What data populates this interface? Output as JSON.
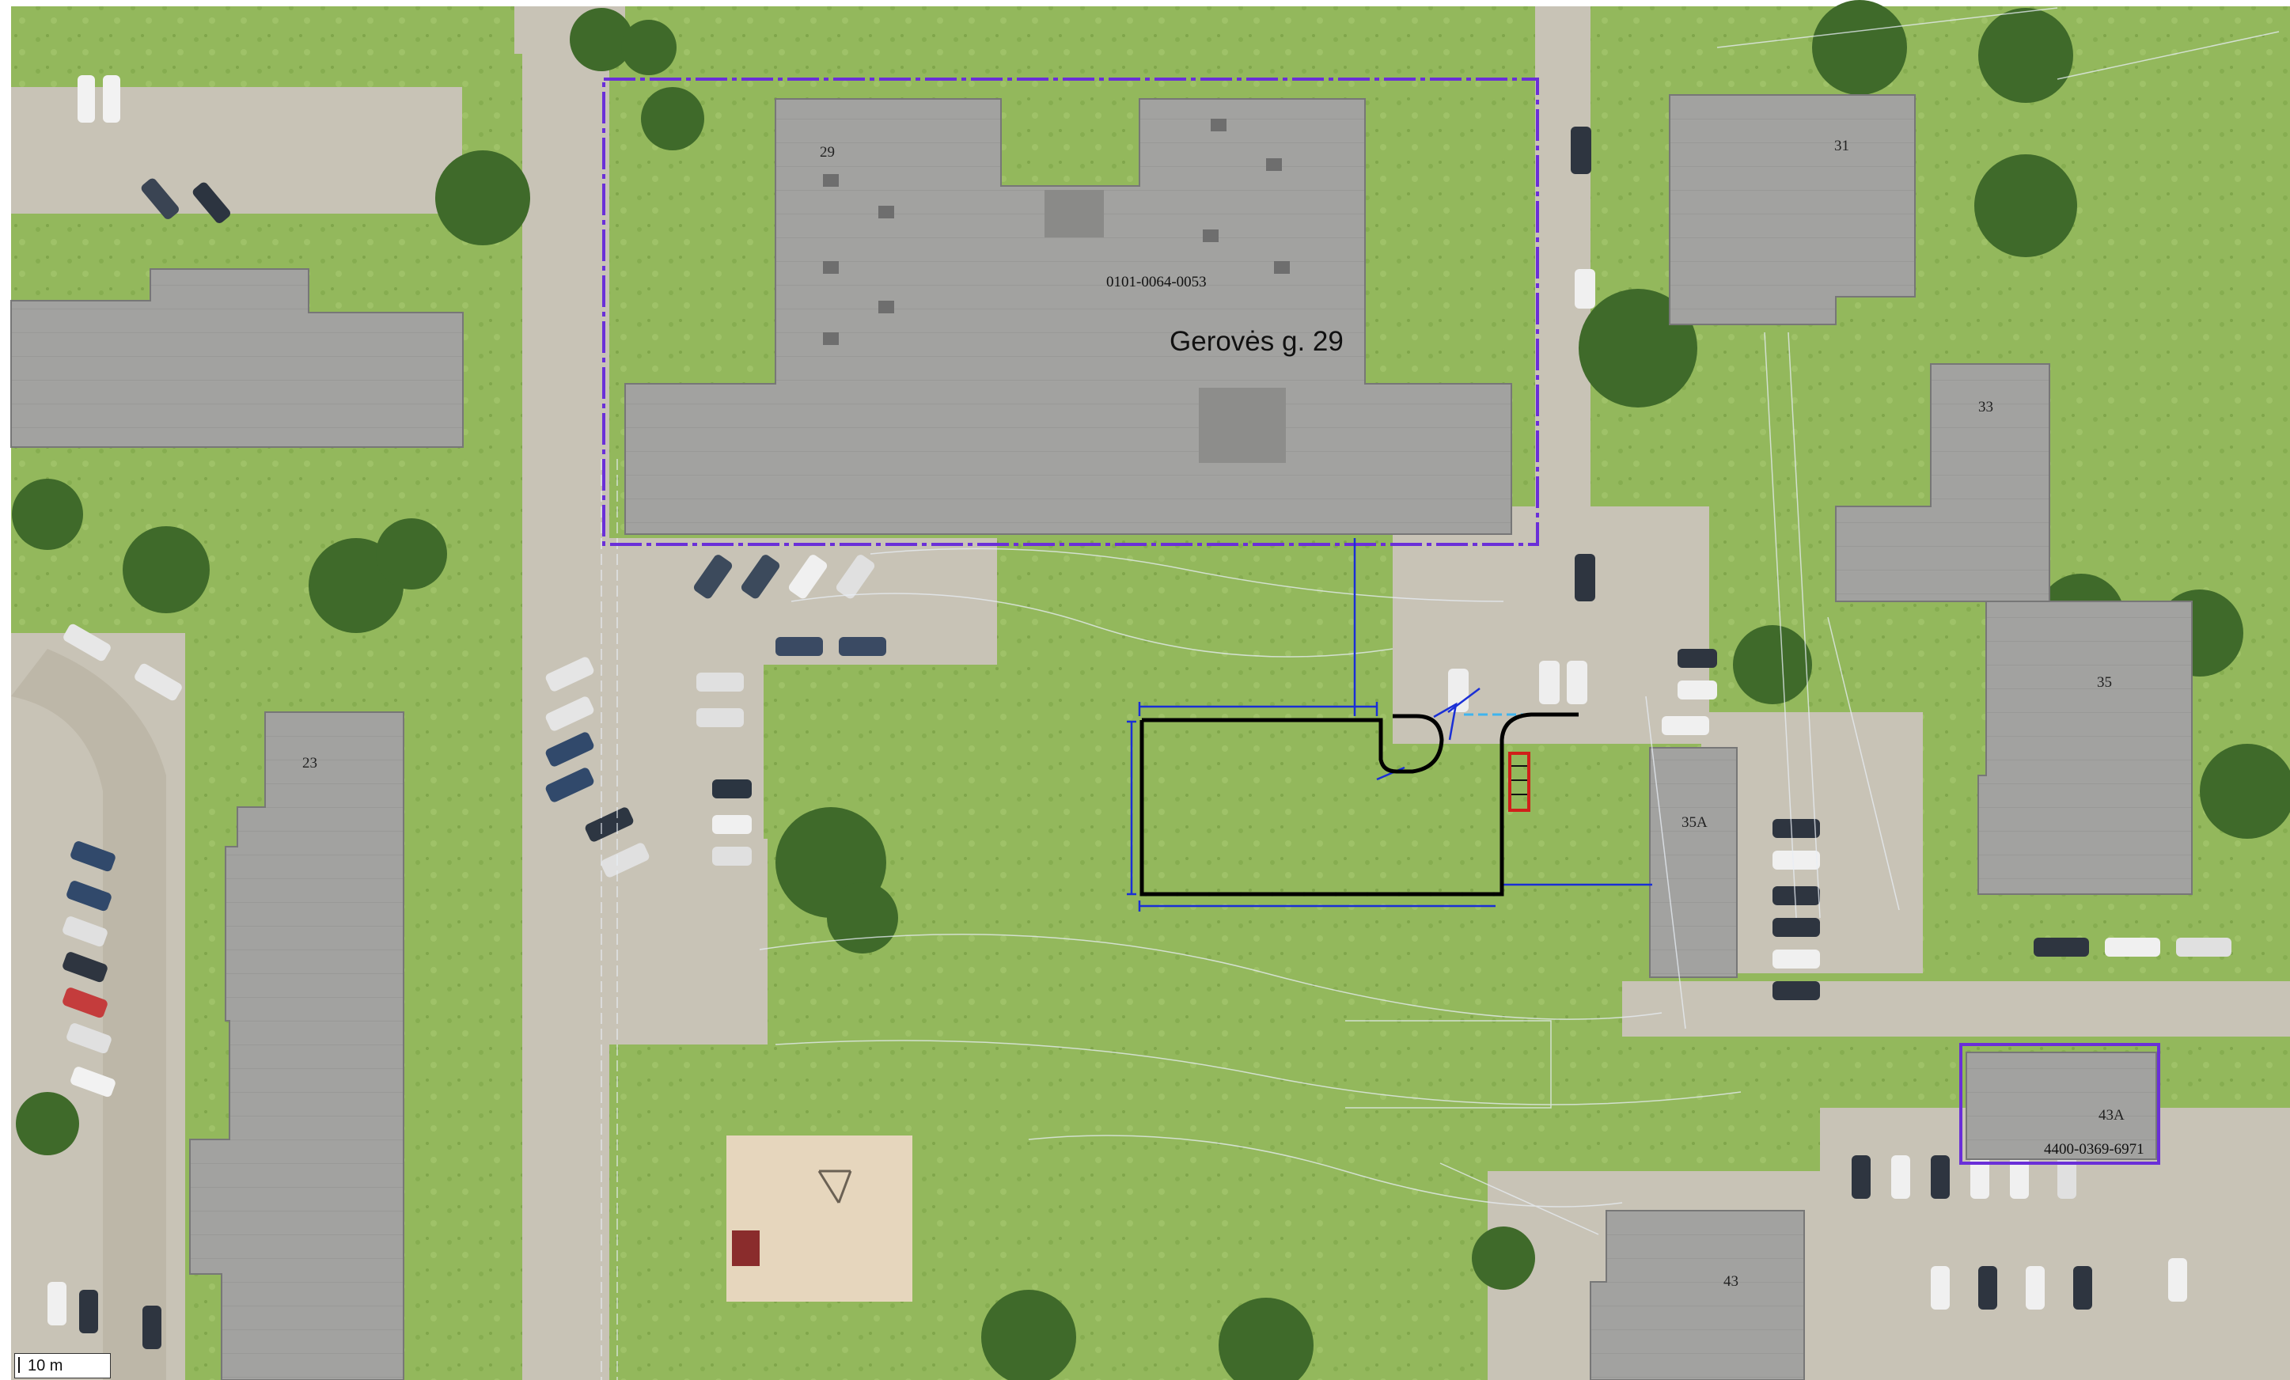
{
  "map": {
    "address_label": "Gerovės g. 29",
    "parcel_ids": {
      "main": "0101-0064-0053",
      "secondary": "4400-0369-6971"
    },
    "building_numbers": {
      "b29": "29",
      "b31": "31",
      "b33": "33",
      "b35": "35",
      "b35a": "35A",
      "b23": "23",
      "b43": "43",
      "b43a": "43A"
    },
    "scale_bar": "10 m",
    "colors": {
      "parcel_boundary": "#6a2fd8",
      "project_outline": "#000000",
      "dimension_lines": "#1a2fd6",
      "parking_marker": "#d0201a",
      "grass": "#8fb45a",
      "roof": "#9a9a9a",
      "pavement": "#c9c4b8"
    }
  }
}
